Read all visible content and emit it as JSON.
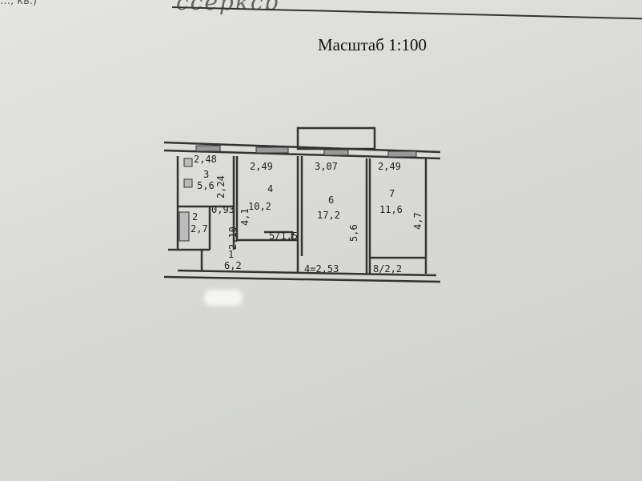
{
  "header": {
    "handwritten_label": "…, кв.)",
    "signature": "подпись",
    "scale": "Масштаб 1:100"
  },
  "plan": {
    "rooms": [
      {
        "num": "1",
        "area": "6,2"
      },
      {
        "num": "2",
        "area": "2,7"
      },
      {
        "num": "3",
        "area": "5,6",
        "width": "2,48"
      },
      {
        "num": "4",
        "area": "10,2",
        "width": "2,49",
        "length": "4,1"
      },
      {
        "num": "5",
        "area": "1,5"
      },
      {
        "num": "6",
        "area": "17,2",
        "width": "3,07",
        "length": "5,6"
      },
      {
        "num": "7",
        "area": "11,6",
        "width": "2,49",
        "length": "4,7"
      },
      {
        "num": "8",
        "area": "2,2"
      }
    ],
    "corridor": "4=2,53",
    "dims": {
      "hall_width": "0,93",
      "hall_length": "2,10",
      "kitchen_len": "2,24"
    }
  }
}
